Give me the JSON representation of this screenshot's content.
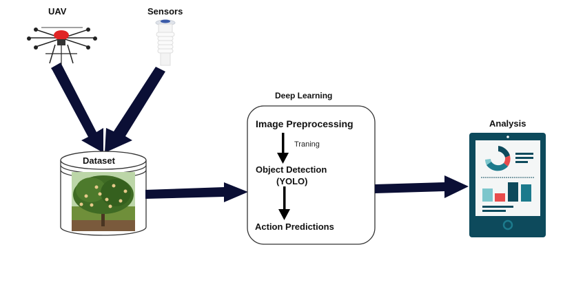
{
  "nodes": {
    "uav": {
      "label": "UAV"
    },
    "sensors": {
      "label": "Sensors"
    },
    "dataset": {
      "label": "Dataset"
    },
    "deep_learning": {
      "title": "Deep Learning",
      "steps": [
        "Image Preprocessing",
        "Object Detection",
        "(YOLO)",
        "Action Predictions"
      ],
      "edge_label": "Traning"
    },
    "analysis": {
      "label": "Analysis"
    }
  },
  "colors": {
    "arrow": "#0b0f35",
    "tablet": "#0d4a5c",
    "donut_a": "#0d4a5c",
    "donut_b": "#1c7a8c",
    "donut_c": "#e84c4c",
    "donut_d": "#7cc6cc",
    "bar_teal": "#7cc6cc",
    "bar_red": "#e84c4c",
    "bar_dark": "#0d4a5c",
    "bar_mid": "#1c7a8c"
  }
}
